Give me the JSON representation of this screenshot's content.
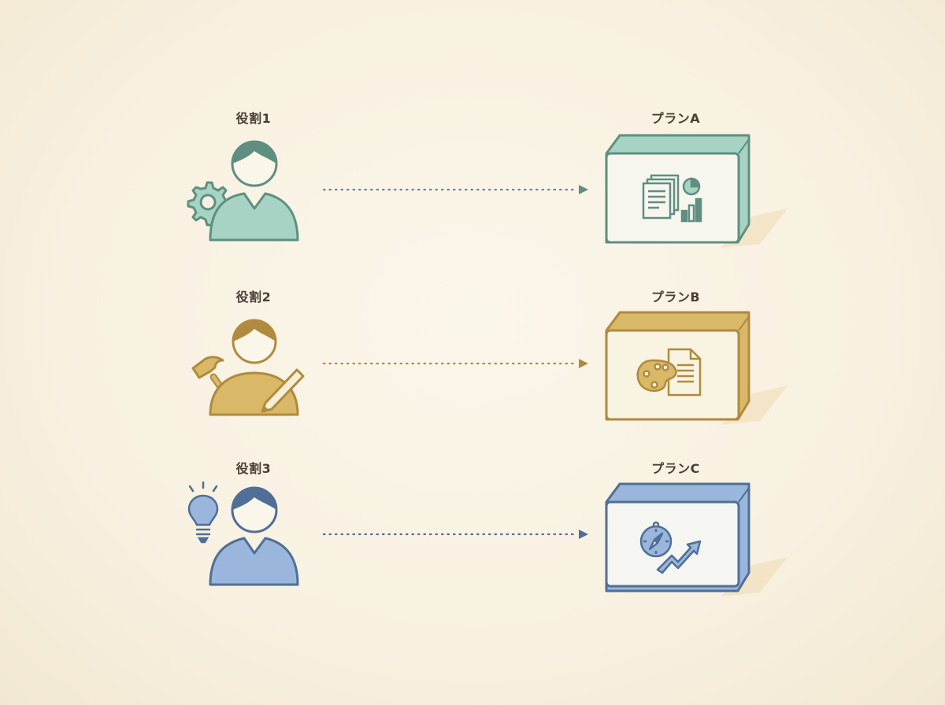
{
  "roles": [
    {
      "label": "役割1",
      "accessory": "gear-icon",
      "color": "#5f8f80",
      "fill": "#a6d3c3"
    },
    {
      "label": "役割2",
      "accessory": "hammer-and-pencil-icon",
      "color": "#b08a3e",
      "fill": "#d9b868"
    },
    {
      "label": "役割3",
      "accessory": "lightbulb-icon",
      "color": "#4f6f96",
      "fill": "#9bb6dc"
    }
  ],
  "plans": [
    {
      "label": "プランA",
      "icon": "documents-and-charts-icon",
      "color": "#5f8f80",
      "fill": "#a6d3c3"
    },
    {
      "label": "プランB",
      "icon": "palette-and-document-icon",
      "color": "#b08a3e",
      "fill": "#d9b868"
    },
    {
      "label": "プランC",
      "icon": "compass-and-growth-arrow-icon",
      "color": "#4f6f96",
      "fill": "#9bb6dc"
    }
  ],
  "connectors": [
    {
      "from": "役割1",
      "to": "プランA",
      "style": "dotted-arrow"
    },
    {
      "from": "役割2",
      "to": "プランB",
      "style": "dotted-arrow"
    },
    {
      "from": "役割3",
      "to": "プランC",
      "style": "dotted-arrow"
    }
  ]
}
